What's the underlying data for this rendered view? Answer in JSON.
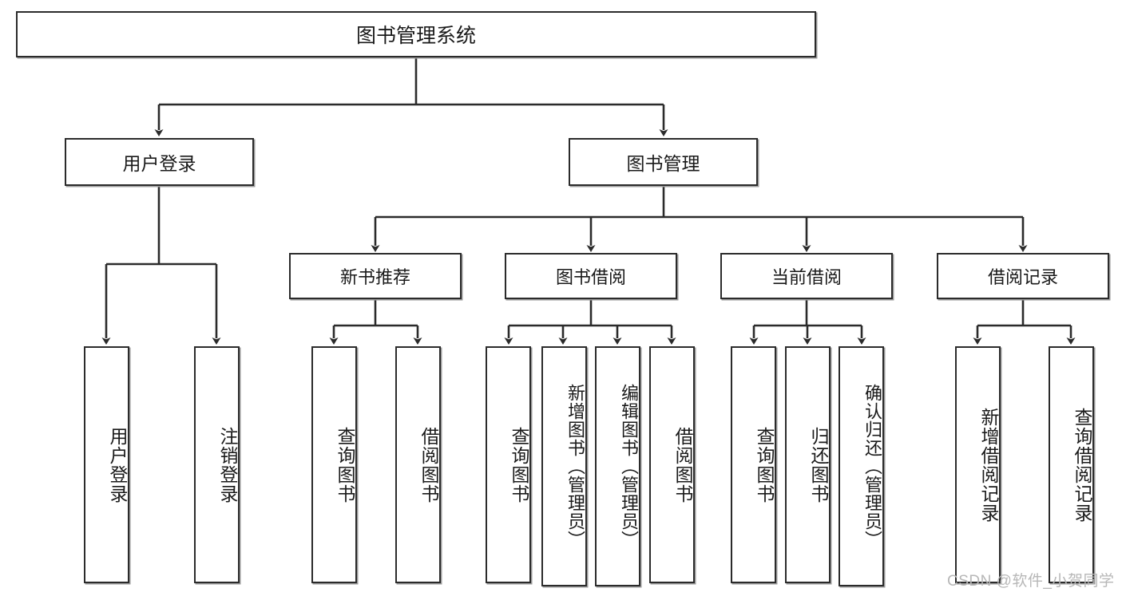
{
  "diagram": {
    "type": "tree-hierarchy",
    "title": "图书管理系统",
    "nodes": {
      "root": {
        "label": "图书管理系统"
      },
      "level1": [
        {
          "id": "user-login",
          "label": "用户登录"
        },
        {
          "id": "book-management",
          "label": "图书管理"
        }
      ],
      "level2": [
        {
          "id": "new-book-recommend",
          "label": "新书推荐"
        },
        {
          "id": "book-borrow",
          "label": "图书借阅"
        },
        {
          "id": "current-borrow",
          "label": "当前借阅"
        },
        {
          "id": "borrow-record",
          "label": "借阅记录"
        }
      ],
      "leaves": [
        {
          "id": "leaf-user-login",
          "label": "用户登录",
          "parent": "user-login"
        },
        {
          "id": "leaf-user-logout",
          "label": "注销登录",
          "parent": "user-login"
        },
        {
          "id": "leaf-query-book-1",
          "label": "查询图书",
          "parent": "new-book-recommend"
        },
        {
          "id": "leaf-borrow-book-1",
          "label": "借阅图书",
          "parent": "new-book-recommend"
        },
        {
          "id": "leaf-query-book-2",
          "label": "查询图书",
          "parent": "book-borrow"
        },
        {
          "id": "leaf-add-book",
          "label": "新增图书（管理员）",
          "parent": "book-borrow"
        },
        {
          "id": "leaf-edit-book",
          "label": "编辑图书（管理员）",
          "parent": "book-borrow"
        },
        {
          "id": "leaf-borrow-book-2",
          "label": "借阅图书",
          "parent": "book-borrow"
        },
        {
          "id": "leaf-query-book-3",
          "label": "查询图书",
          "parent": "current-borrow"
        },
        {
          "id": "leaf-return-book",
          "label": "归还图书",
          "parent": "current-borrow"
        },
        {
          "id": "leaf-confirm-return",
          "label": "确认归还（管理员）",
          "parent": "current-borrow"
        },
        {
          "id": "leaf-add-record",
          "label": "新增借阅记录",
          "parent": "borrow-record"
        },
        {
          "id": "leaf-query-record",
          "label": "查询借阅记录",
          "parent": "borrow-record"
        }
      ]
    },
    "watermark": "CSDN @软件_小贺同学",
    "colors": {
      "border": "#2b2b2b",
      "background": "#ffffff",
      "text": "#1a1a1a",
      "shadow": "#9a9a9a",
      "watermark": "#b7b7b7"
    }
  }
}
